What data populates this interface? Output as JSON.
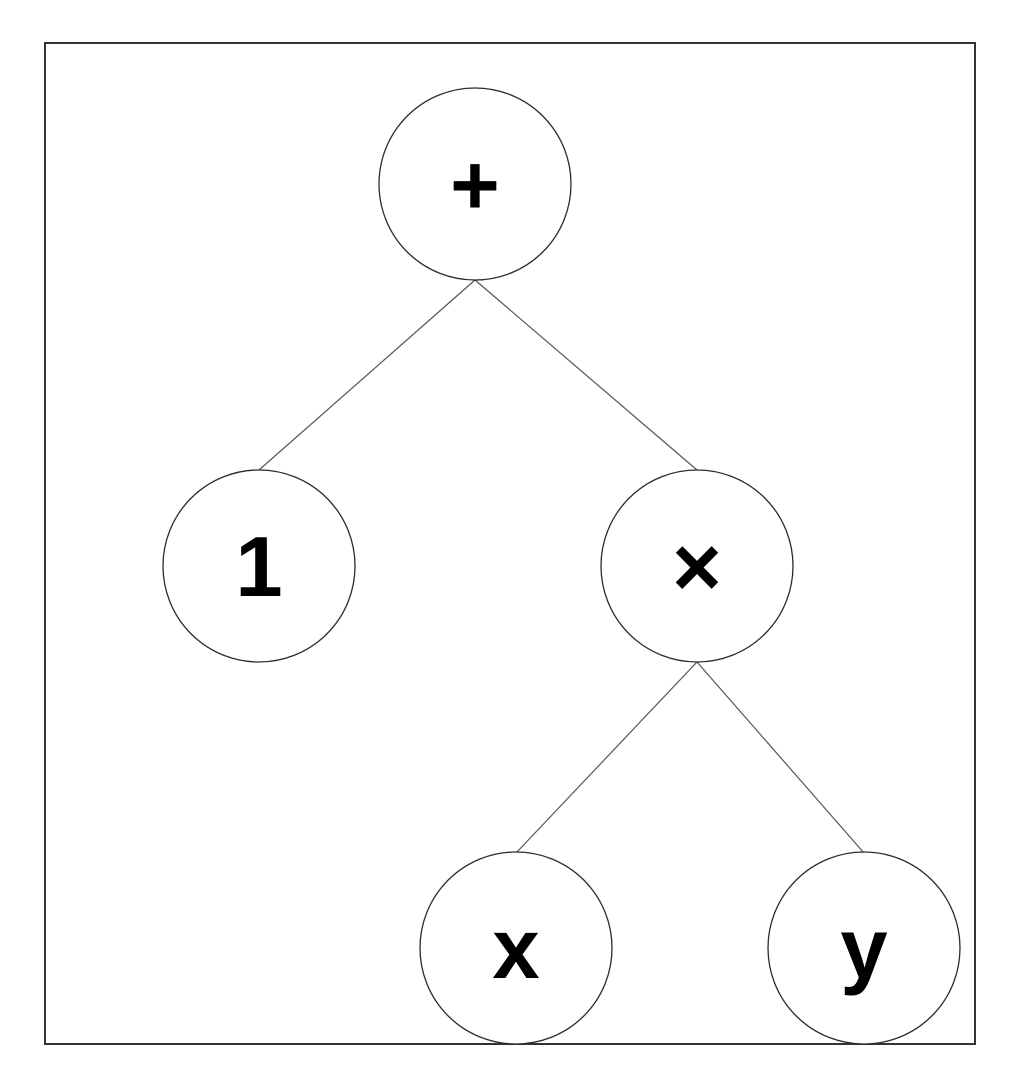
{
  "diagram": {
    "type": "binary-expression-tree",
    "nodes": [
      {
        "id": "root",
        "label": "+"
      },
      {
        "id": "left-child",
        "label": "1"
      },
      {
        "id": "right-child",
        "label": "×"
      },
      {
        "id": "leaf-x",
        "label": "x"
      },
      {
        "id": "leaf-y",
        "label": "y"
      }
    ],
    "edges": [
      {
        "from": "+",
        "to": "1"
      },
      {
        "from": "+",
        "to": "×"
      },
      {
        "from": "×",
        "to": "x"
      },
      {
        "from": "×",
        "to": "y"
      }
    ],
    "colors": {
      "background": "#ffffff",
      "frame_stroke": "#333333",
      "node_stroke": "#2b2b2b",
      "edge_stroke": "#555555",
      "text": "#000000"
    }
  }
}
